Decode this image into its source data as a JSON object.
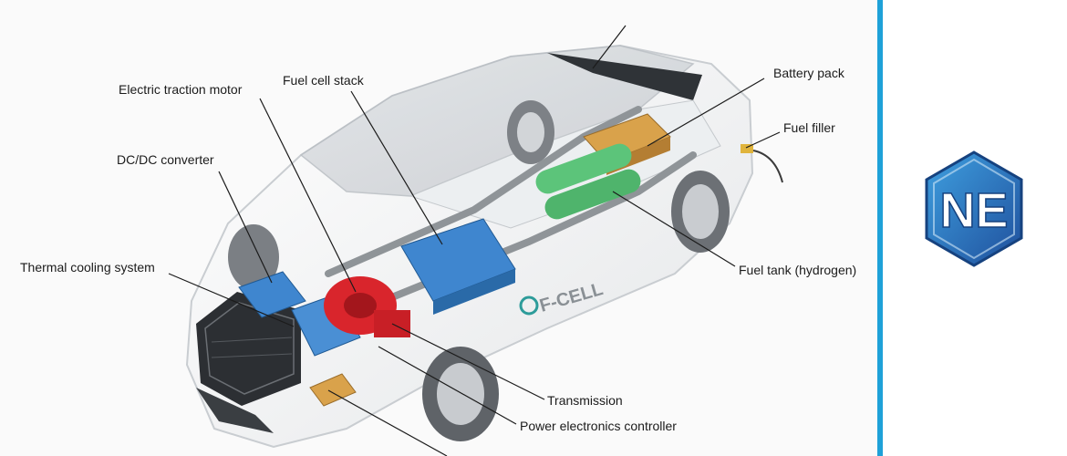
{
  "labels": {
    "electric_traction_motor": "Electric traction motor",
    "fuel_cell_stack": "Fuel cell stack",
    "battery_pack": "Battery pack",
    "fuel_filler": "Fuel filler",
    "dc_dc_converter": "DC/DC converter",
    "thermal_cooling_system": "Thermal cooling system",
    "fuel_tank": "Fuel tank (hydrogen)",
    "transmission": "Transmission",
    "power_electronics_controller": "Power electronics controller"
  },
  "car_badge": "F-CELL",
  "logo": {
    "text": "NE",
    "color_primary": "#1f63b7",
    "color_light": "#3fa0e0"
  },
  "colors": {
    "frame_border": "#1ea1d8",
    "battery_blue": "#3f86cf",
    "motor_red": "#d9252c",
    "tank_green": "#5cc47a",
    "battery_pack_orange": "#d9a24b"
  }
}
